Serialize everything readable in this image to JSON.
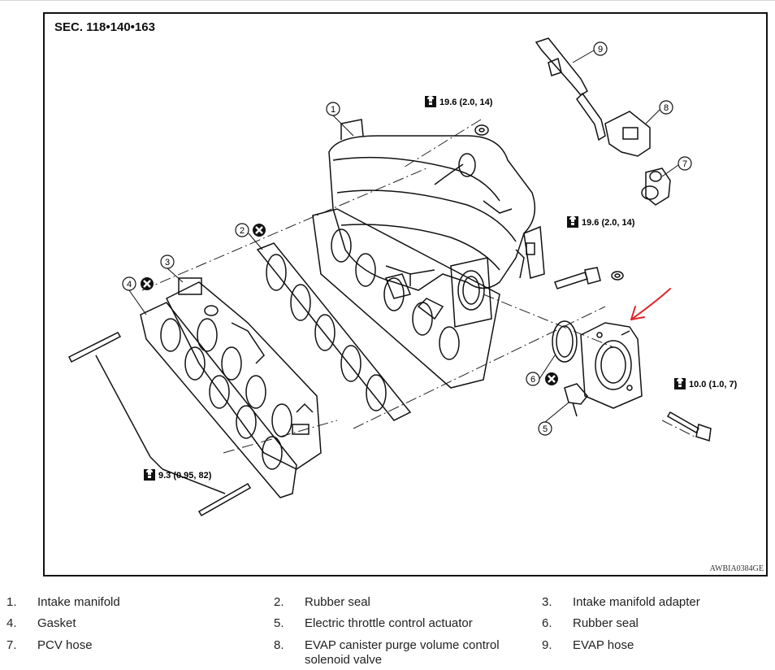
{
  "diagram": {
    "section": "SEC. 118•140•163",
    "figure_code": "AWBIA0384GE",
    "torques": {
      "t1": "19.6 (2.0, 14)",
      "t2": "19.6 (2.0, 14)",
      "t3": "10.0 (1.0, 7)",
      "t4": "9.3 (0.95, 82)"
    },
    "callouts": [
      "1",
      "2",
      "3",
      "4",
      "5",
      "6",
      "7",
      "8",
      "9"
    ],
    "annotation_color": "#e0262a"
  },
  "legend": [
    {
      "num": "1.",
      "label": "Intake manifold"
    },
    {
      "num": "2.",
      "label": "Rubber seal"
    },
    {
      "num": "3.",
      "label": "Intake manifold adapter"
    },
    {
      "num": "4.",
      "label": "Gasket"
    },
    {
      "num": "5.",
      "label": "Electric throttle control actuator"
    },
    {
      "num": "6.",
      "label": "Rubber seal"
    },
    {
      "num": "7.",
      "label": "PCV hose"
    },
    {
      "num": "8.",
      "label": "EVAP canister purge volume control solenoid valve"
    },
    {
      "num": "9.",
      "label": "EVAP hose"
    }
  ]
}
